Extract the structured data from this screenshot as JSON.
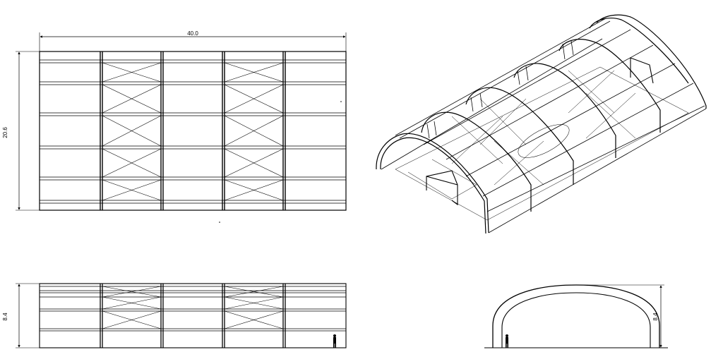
{
  "drawing": {
    "plan_view": {
      "length_label": "40.0",
      "width_label": "20.6"
    },
    "side_elevation": {
      "height_label": "8.4"
    },
    "end_elevation": {
      "height_label": "8.4"
    },
    "line_color": "#000000",
    "background_color": "#ffffff"
  }
}
